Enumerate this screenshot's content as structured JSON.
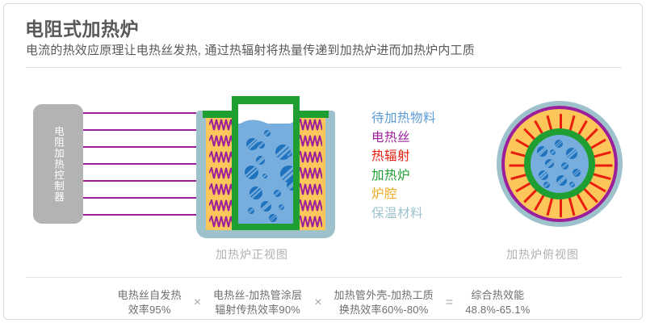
{
  "header": {
    "title": "电阻式加热炉",
    "subtitle": "电流的热效应原理让电热丝发热, 通过热辐射将热量传递到加热炉进而加热炉内工质"
  },
  "controller": {
    "label": "电阻加热控制器",
    "wire_count": 7,
    "wire_color": "#9b1f9b",
    "box_color": "#b3b3b3"
  },
  "front_view": {
    "caption": "加热炉正视图",
    "coil_count": 7
  },
  "top_view": {
    "caption": "加热炉俯视图",
    "arrow_count": 24
  },
  "legend": {
    "items": [
      {
        "label": "待加热物料",
        "color": "#5b9bd5"
      },
      {
        "label": "电热丝",
        "color": "#9b1f9b"
      },
      {
        "label": "热辐射",
        "color": "#e81d0e"
      },
      {
        "label": "加热炉",
        "color": "#1f9e32"
      },
      {
        "label": "炉腔",
        "color": "#f0a91b"
      },
      {
        "label": "保温材料",
        "color": "#9dc2cc"
      }
    ]
  },
  "formula": {
    "terms": [
      {
        "line1": "电热丝自发热",
        "line2": "效率95%"
      },
      {
        "line1": "电热丝-加热管涂层",
        "line2": "辐射传热效率90%"
      },
      {
        "line1": "加热管外壳-加热工质",
        "line2": "换热效率60%-80%"
      },
      {
        "line1": "综合热效能",
        "line2": "48.8%-65.1%"
      }
    ],
    "operators": [
      "×",
      "×",
      "="
    ]
  },
  "colors": {
    "insulation": "#9dc2cc",
    "cavity": "#fcc65a",
    "vessel": "#1f9e32",
    "liquid": "#77aedd",
    "bubble": "#1f72bd",
    "coil": "#9b1f9b",
    "radiation": "#e81d0e"
  }
}
